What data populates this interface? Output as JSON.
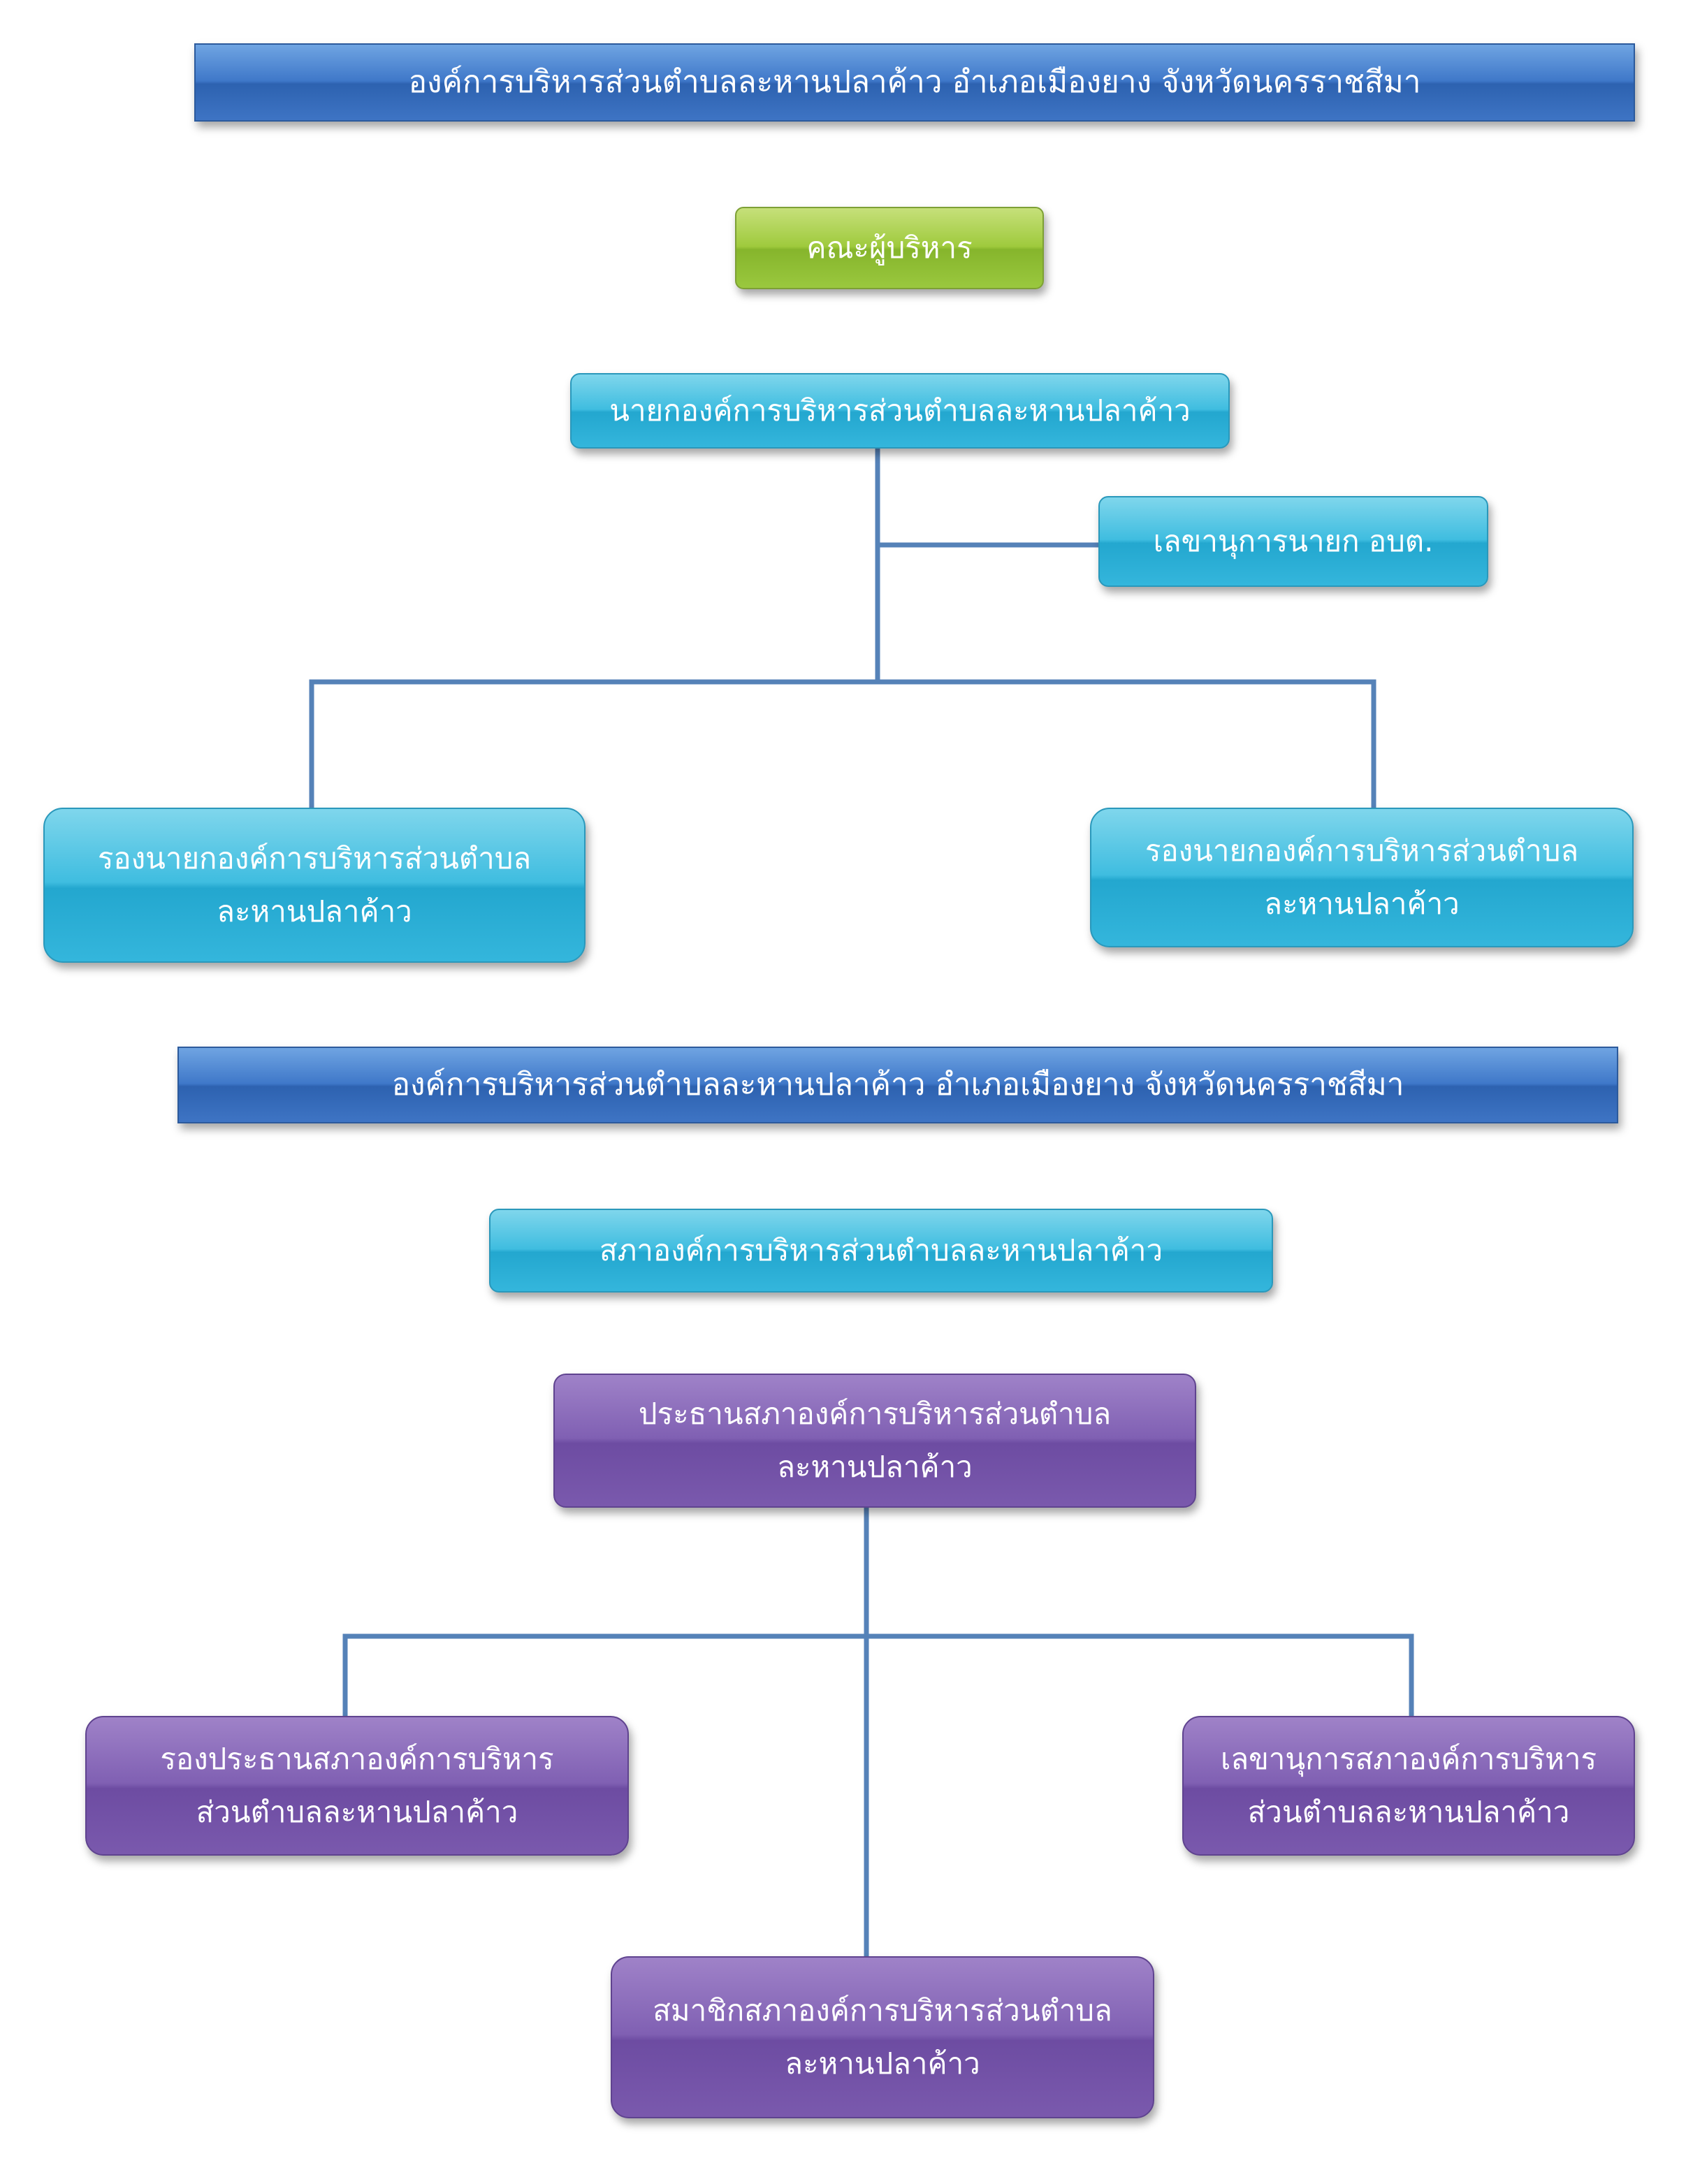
{
  "executive": {
    "banner": "องค์การบริหารส่วนตำบลละหานปลาค้าว  อำเภอเมืองยาง  จังหวัดนครราชสีมา",
    "group_title": "คณะผู้บริหาร",
    "mayor": "นายกองค์การบริหารส่วนตำบลละหานปลาค้าว",
    "secretary": "เลขานุการนายก อบต.",
    "deputy_left": {
      "line1": "รองนายกองค์การบริหารส่วนตำบล",
      "line2": "ละหานปลาค้าว"
    },
    "deputy_right": {
      "line1": "รองนายกองค์การบริหารส่วนตำบล",
      "line2": "ละหานปลาค้าว"
    }
  },
  "council": {
    "banner": "องค์การบริหารส่วนตำบลละหานปลาค้าว  อำเภอเมืองยาง  จังหวัดนครราชสีมา",
    "group_title": "สภาองค์การบริหารส่วนตำบลละหานปลาค้าว",
    "chairman": {
      "line1": "ประธานสภาองค์การบริหารส่วนตำบล",
      "line2": "ละหานปลาค้าว"
    },
    "vice_chairman": {
      "line1": "รองประธานสภาองค์การบริหาร",
      "line2": "ส่วนตำบลละหานปลาค้าว"
    },
    "secretary": {
      "line1": "เลขานุการสภาองค์การบริหาร",
      "line2": "ส่วนตำบลละหานปลาค้าว"
    },
    "members": {
      "line1": "สมาชิกสภาองค์การบริหารส่วนตำบล",
      "line2": "ละหานปลาค้าว"
    }
  },
  "colors": {
    "connector": "#5582b8",
    "banner": "#3f78c9",
    "green": "#9fca3d",
    "cyan": "#3fbde0",
    "purple": "#8060b3"
  }
}
